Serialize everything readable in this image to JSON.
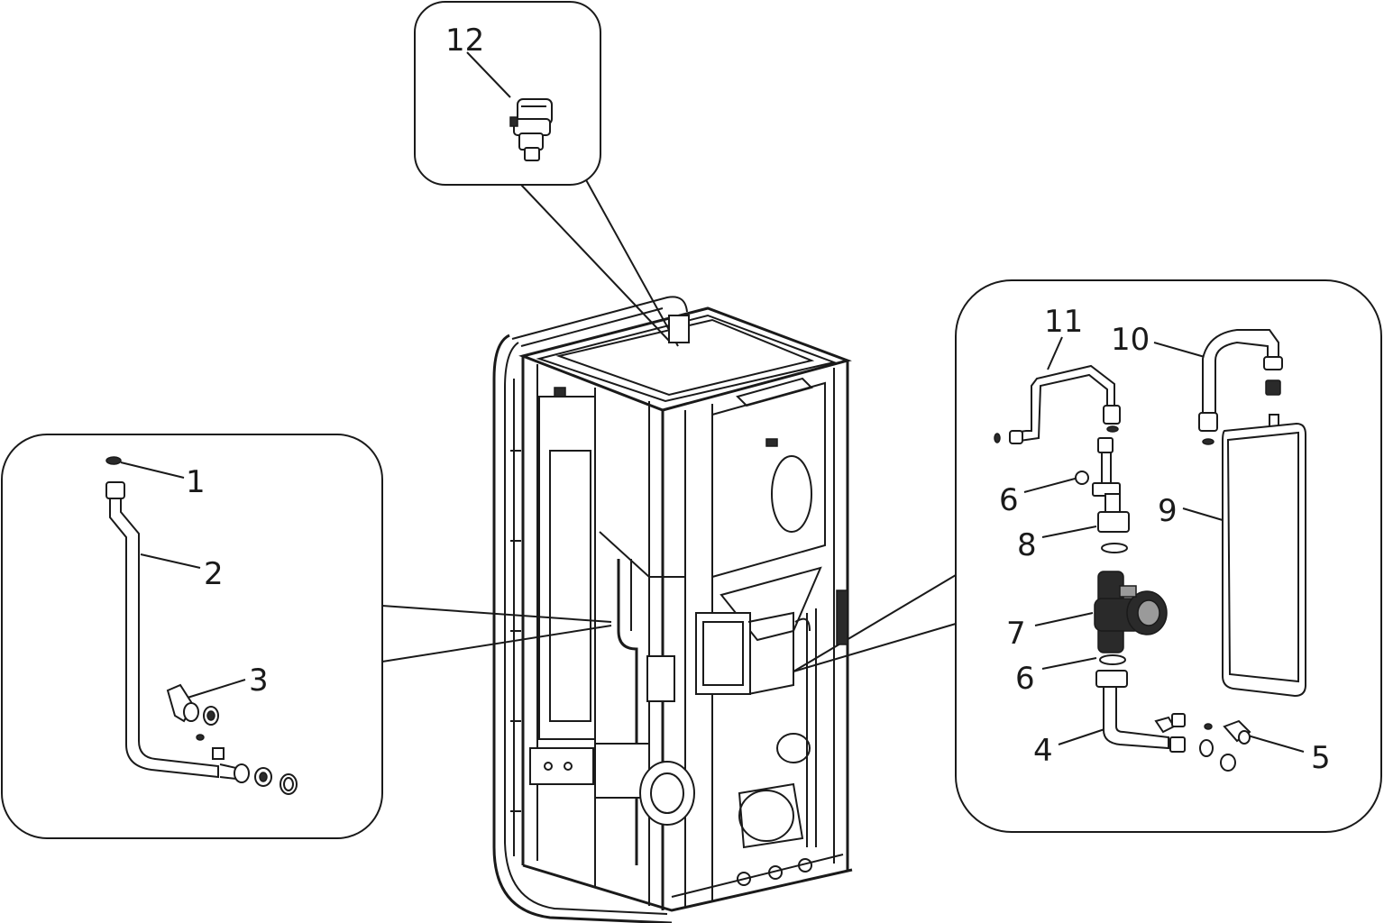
{
  "diagram": {
    "callouts": {
      "top_valve": "12",
      "left_group": [
        "1",
        "2",
        "3"
      ],
      "right_group": [
        "11",
        "10",
        "6",
        "9",
        "8",
        "7",
        "6",
        "4",
        "5"
      ]
    }
  }
}
